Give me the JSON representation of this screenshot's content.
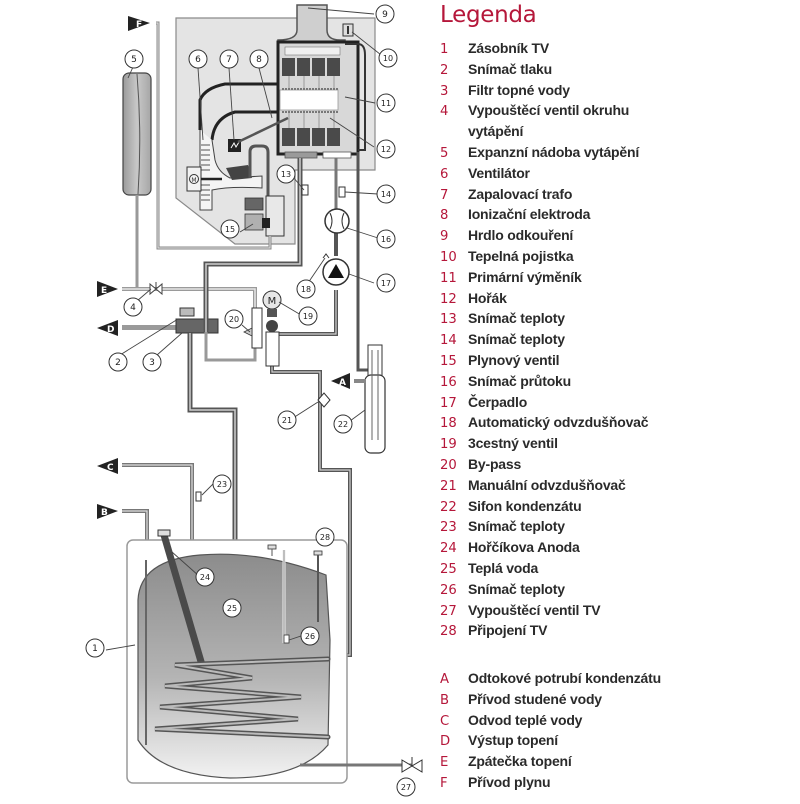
{
  "legend": {
    "title": "Legenda",
    "items": [
      {
        "key": "1",
        "label": "Zásobník TV"
      },
      {
        "key": "2",
        "label": "Snímač tlaku"
      },
      {
        "key": "3",
        "label": "Filtr topné vody"
      },
      {
        "key": "4",
        "label": "Vypouštěcí ventil okruhu",
        "label_cont": "vytápění"
      },
      {
        "key": "5",
        "label": "Expanzní nádoba vytápění"
      },
      {
        "key": "6",
        "label": "Ventilátor"
      },
      {
        "key": "7",
        "label": "Zapalovací trafo"
      },
      {
        "key": "8",
        "label": "Ionizační elektroda"
      },
      {
        "key": "9",
        "label": "Hrdlo odkouření"
      },
      {
        "key": "10",
        "label": "Tepelná pojistka"
      },
      {
        "key": "11",
        "label": "Primární výměník"
      },
      {
        "key": "12",
        "label": "Hořák"
      },
      {
        "key": "13",
        "label": "Snímač teploty"
      },
      {
        "key": "14",
        "label": "Snímač teploty"
      },
      {
        "key": "15",
        "label": "Plynový ventil"
      },
      {
        "key": "16",
        "label": "Snímač průtoku"
      },
      {
        "key": "17",
        "label": "Čerpadlo"
      },
      {
        "key": "18",
        "label": "Automatický odvzdušňovač"
      },
      {
        "key": "19",
        "label": "3cestný ventil"
      },
      {
        "key": "20",
        "label": "By-pass"
      },
      {
        "key": "21",
        "label": "Manuální odvzdušňovač"
      },
      {
        "key": "22",
        "label": "Sifon kondenzátu"
      },
      {
        "key": "23",
        "label": "Snímač teploty"
      },
      {
        "key": "24",
        "label": "Hořčíkova Anoda"
      },
      {
        "key": "25",
        "label": "Teplá voda"
      },
      {
        "key": "26",
        "label": "Snímač teploty"
      },
      {
        "key": "27",
        "label": "Vypouštěcí ventil TV"
      },
      {
        "key": "28",
        "label": "Připojení TV"
      }
    ],
    "connections": [
      {
        "key": "A",
        "label": "Odtokové potrubí kondenzátu"
      },
      {
        "key": "B",
        "label": "Přívod studené vody"
      },
      {
        "key": "C",
        "label": "Odvod teplé vody"
      },
      {
        "key": "D",
        "label": "Výstup topení"
      },
      {
        "key": "E",
        "label": "Zpátečka topení"
      },
      {
        "key": "F",
        "label": "Přívod plynu"
      }
    ]
  },
  "diagram": {
    "callouts": [
      "1",
      "2",
      "3",
      "4",
      "5",
      "6",
      "7",
      "8",
      "9",
      "10",
      "11",
      "12",
      "13",
      "14",
      "15",
      "16",
      "17",
      "18",
      "19",
      "20",
      "21",
      "22",
      "23",
      "24",
      "25",
      "26",
      "27",
      "28"
    ],
    "connection_markers": [
      "A",
      "B",
      "C",
      "D",
      "E",
      "F"
    ],
    "motor_symbol": "M"
  },
  "colors": {
    "accent": "#b5173a",
    "text": "#2a2a2a",
    "pipe_dark": "#6e6e6e",
    "pipe_light": "#bdbdbd",
    "panel": "#e6e6e6"
  }
}
